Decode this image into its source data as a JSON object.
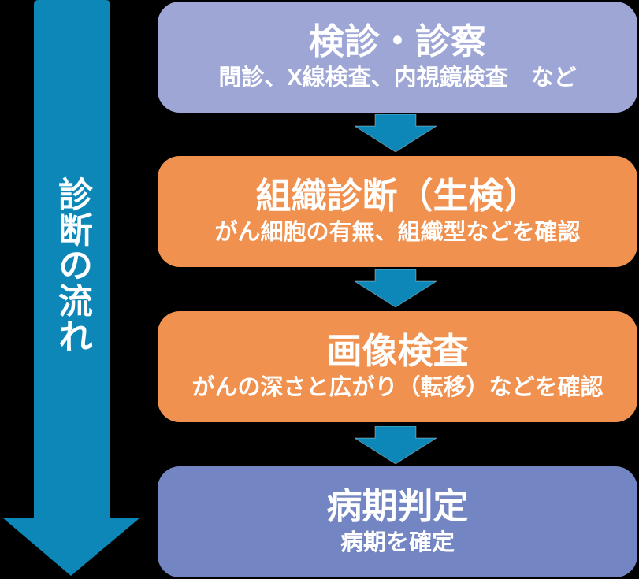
{
  "diagram": {
    "flow_label": "診断の流れ",
    "steps": [
      {
        "title": "検診・診察",
        "subtitle": "問診、X線検査、内視鏡検査　など"
      },
      {
        "title": "組織診断（生検）",
        "subtitle": "がん細胞の有無、組織型などを確認"
      },
      {
        "title": "画像検査",
        "subtitle": "がんの深さと広がり（転移）などを確認"
      },
      {
        "title": "病期判定",
        "subtitle": "病期を確定"
      }
    ],
    "colors": {
      "background": "#000000",
      "flow_arrow_blue": "#0D87B8",
      "step_purple_light": "#9EA6D6",
      "step_orange": "#F0914F",
      "step_purple_dark": "#7385C2",
      "text": "#FFFFFF"
    }
  }
}
